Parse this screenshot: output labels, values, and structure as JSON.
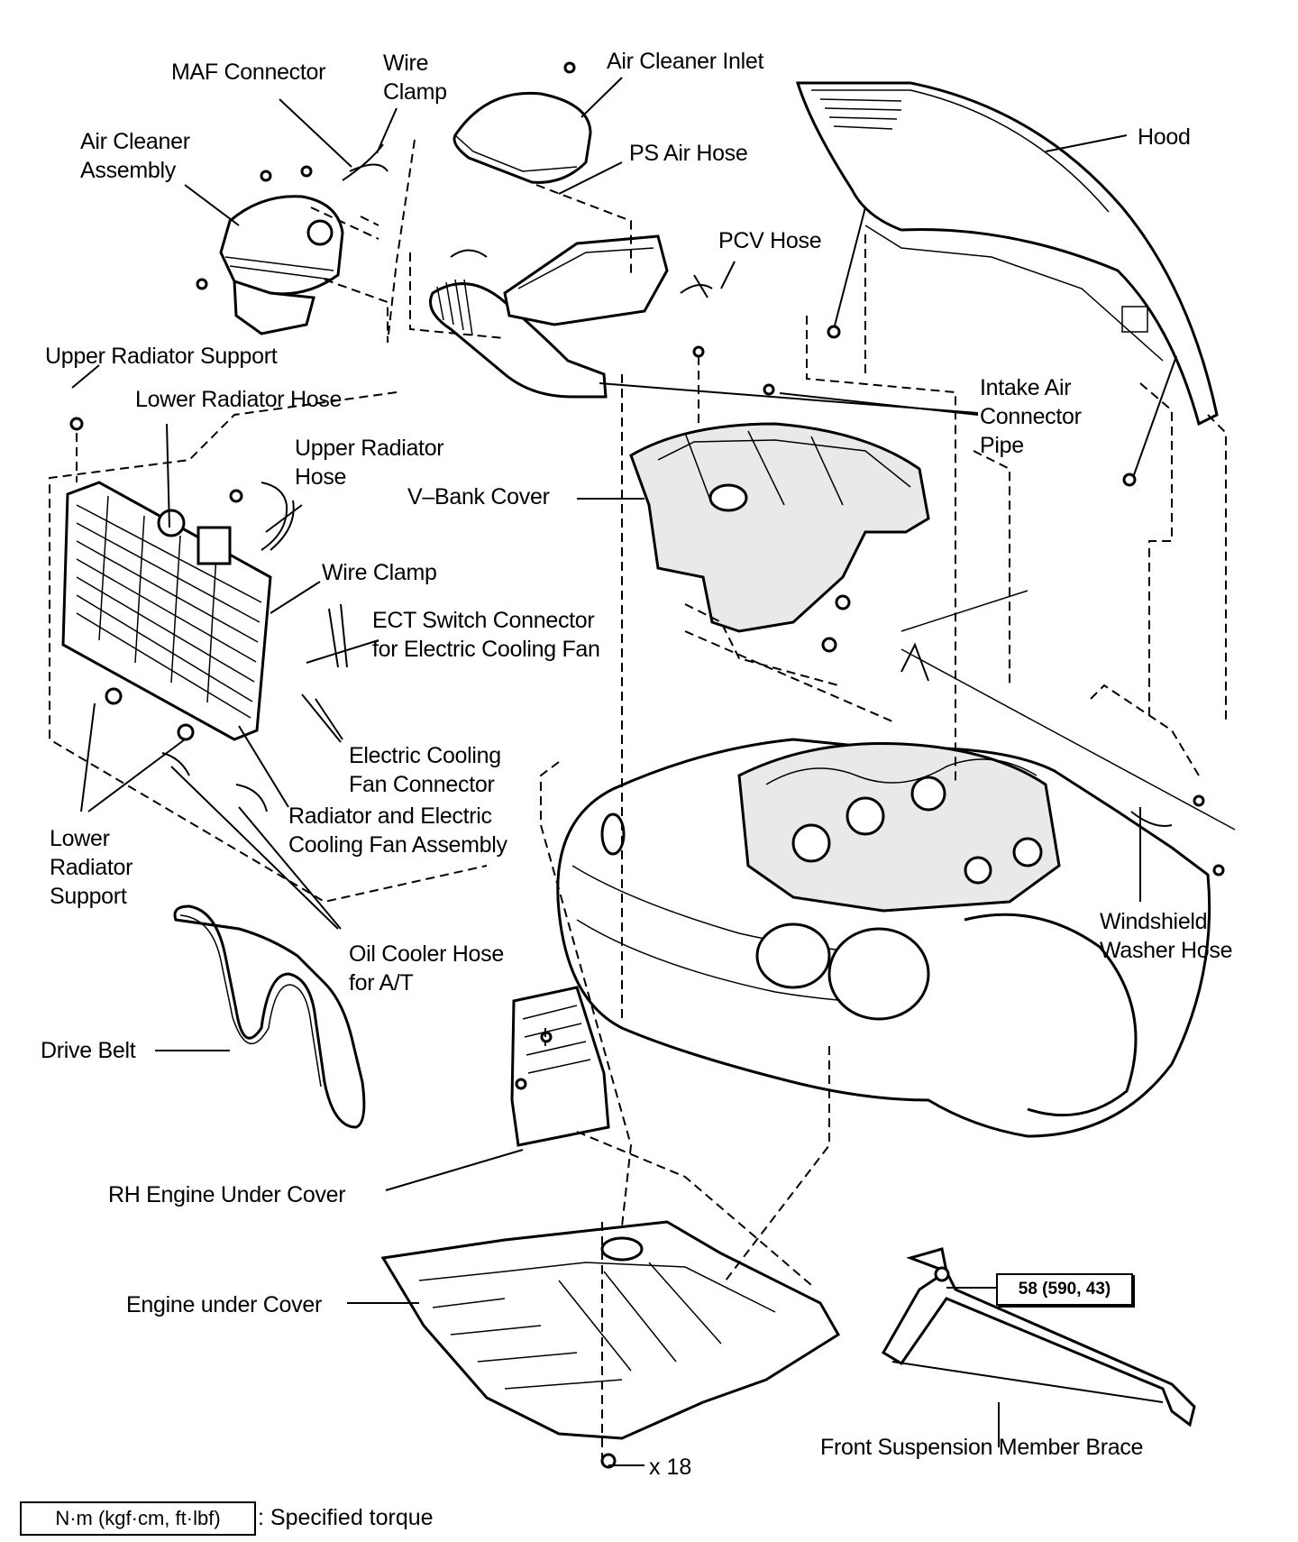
{
  "labels": {
    "maf_connector": "MAF Connector",
    "wire_clamp_top_1": "Wire",
    "wire_clamp_top_2": "Clamp",
    "air_cleaner_inlet": "Air Cleaner Inlet",
    "hood": "Hood",
    "air_cleaner_assembly_1": "Air Cleaner",
    "air_cleaner_assembly_2": "Assembly",
    "ps_air_hose": "PS Air Hose",
    "pcv_hose": "PCV Hose",
    "upper_radiator_support": "Upper Radiator Support",
    "lower_radiator_hose": "Lower Radiator Hose",
    "intake_air_connector_pipe_1": "Intake Air",
    "intake_air_connector_pipe_2": "Connector",
    "intake_air_connector_pipe_3": "Pipe",
    "upper_radiator_hose_1": "Upper Radiator",
    "upper_radiator_hose_2": "Hose",
    "v_bank_cover": "V–Bank Cover",
    "wire_clamp_mid": "Wire Clamp",
    "ect_switch_1": "ECT Switch Connector",
    "ect_switch_2": "for Electric Cooling Fan",
    "electric_cooling_fan_connector_1": "Electric Cooling",
    "electric_cooling_fan_connector_2": "Fan Connector",
    "radiator_fan_assembly_1": "Radiator and Electric",
    "radiator_fan_assembly_2": "Cooling Fan Assembly",
    "lower_radiator_support_1": "Lower",
    "lower_radiator_support_2": "Radiator",
    "lower_radiator_support_3": "Support",
    "oil_cooler_hose_1": "Oil Cooler Hose",
    "oil_cooler_hose_2": "for A/T",
    "windshield_washer_hose_1": "Windshield",
    "windshield_washer_hose_2": "Washer Hose",
    "drive_belt": "Drive Belt",
    "rh_engine_under_cover": "RH Engine Under Cover",
    "engine_under_cover": "Engine under Cover",
    "front_suspension_member_brace": "Front Suspension Member Brace"
  },
  "torque_spec": "58 (590, 43)",
  "bolt_count": "x 18",
  "legend": {
    "unit_box": "N·m (kgf·cm, ft·lbf)",
    "description": ": Specified torque"
  }
}
